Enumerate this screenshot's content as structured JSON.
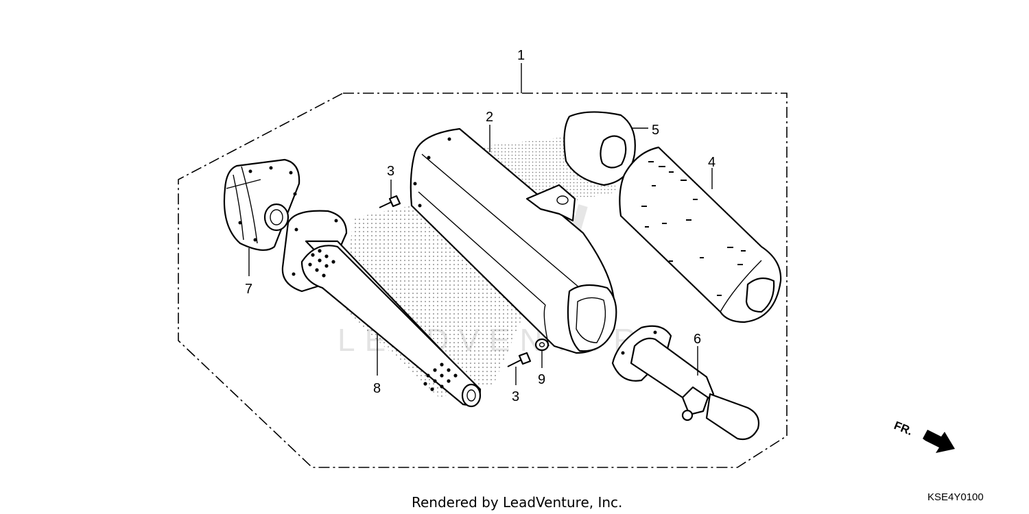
{
  "callouts": {
    "c1": "1",
    "c2": "2",
    "c3a": "3",
    "c3b": "3",
    "c4": "4",
    "c5": "5",
    "c6": "6",
    "c7": "7",
    "c8": "8",
    "c9": "9"
  },
  "watermark": "LEADVENTURE",
  "direction_label": "FR.",
  "footer": {
    "rendered_by": "Rendered by LeadVenture, Inc.",
    "diagram_code": "KSE4Y0100"
  }
}
